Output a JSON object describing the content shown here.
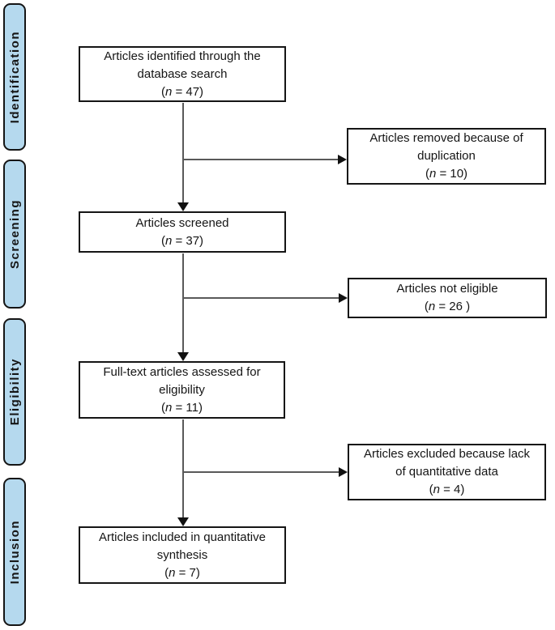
{
  "colors": {
    "stage_fill": "#b5d9ee",
    "stage_border": "#151515",
    "box_border": "#151515",
    "box_fill": "#ffffff",
    "line": "#595959",
    "arrowhead": "#111111",
    "text": "#151515",
    "background": "#ffffff"
  },
  "stages": [
    {
      "label": "Identification"
    },
    {
      "label": "Screening"
    },
    {
      "label": "Eligibility"
    },
    {
      "label": "Inclusion"
    }
  ],
  "boxes": [
    {
      "lines": "Articles identified through the\ndatabase search",
      "n_open": "(",
      "n_symbol": "n",
      "n_rest": " = 47)"
    },
    {
      "lines": "Articles removed because of\nduplication",
      "n_open": "(",
      "n_symbol": "n",
      "n_rest": " = 10)"
    },
    {
      "lines": "Articles screened",
      "n_open": "(",
      "n_symbol": "n",
      "n_rest": " = 37)"
    },
    {
      "lines": "Articles not eligible",
      "n_open": "(",
      "n_symbol": "n",
      "n_rest": " = 26 )"
    },
    {
      "lines": "Full-text articles assessed for\neligibility",
      "n_open": "(",
      "n_symbol": "n",
      "n_rest": " = 11)"
    },
    {
      "lines": "Articles excluded because lack\nof quantitative data",
      "n_open": "(",
      "n_symbol": "n",
      "n_rest": " = 4)"
    },
    {
      "lines": "Articles included in quantitative\nsynthesis",
      "n_open": "(",
      "n_symbol": "n",
      "n_rest": " = 7)"
    }
  ]
}
